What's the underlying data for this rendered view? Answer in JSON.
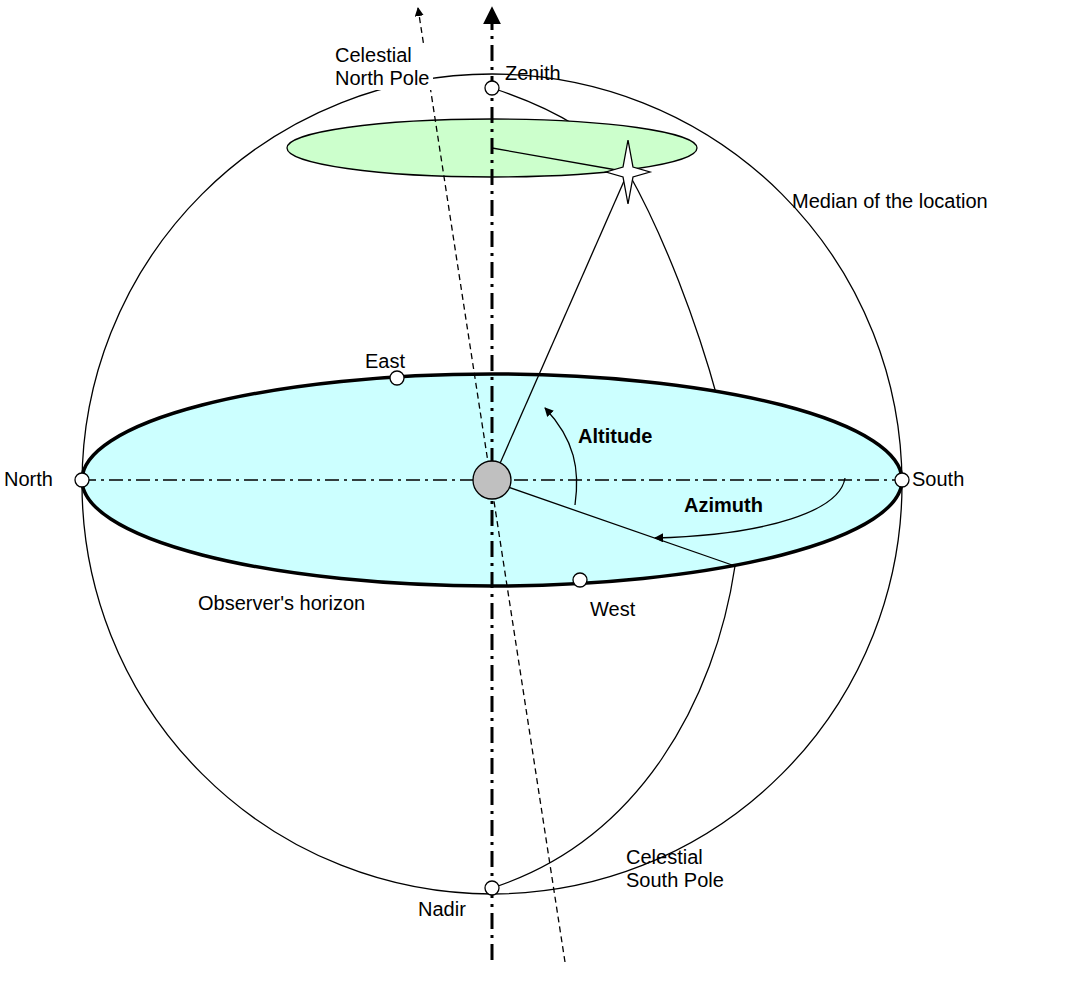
{
  "diagram": {
    "labels": [
      "Celestial North Pole",
      "Zenith",
      "Median of the location",
      "East",
      "North",
      "Altitude",
      "South",
      "Azimuth",
      "Observer's horizon",
      "West",
      "Nadir",
      "Celestial South Pole"
    ]
  }
}
